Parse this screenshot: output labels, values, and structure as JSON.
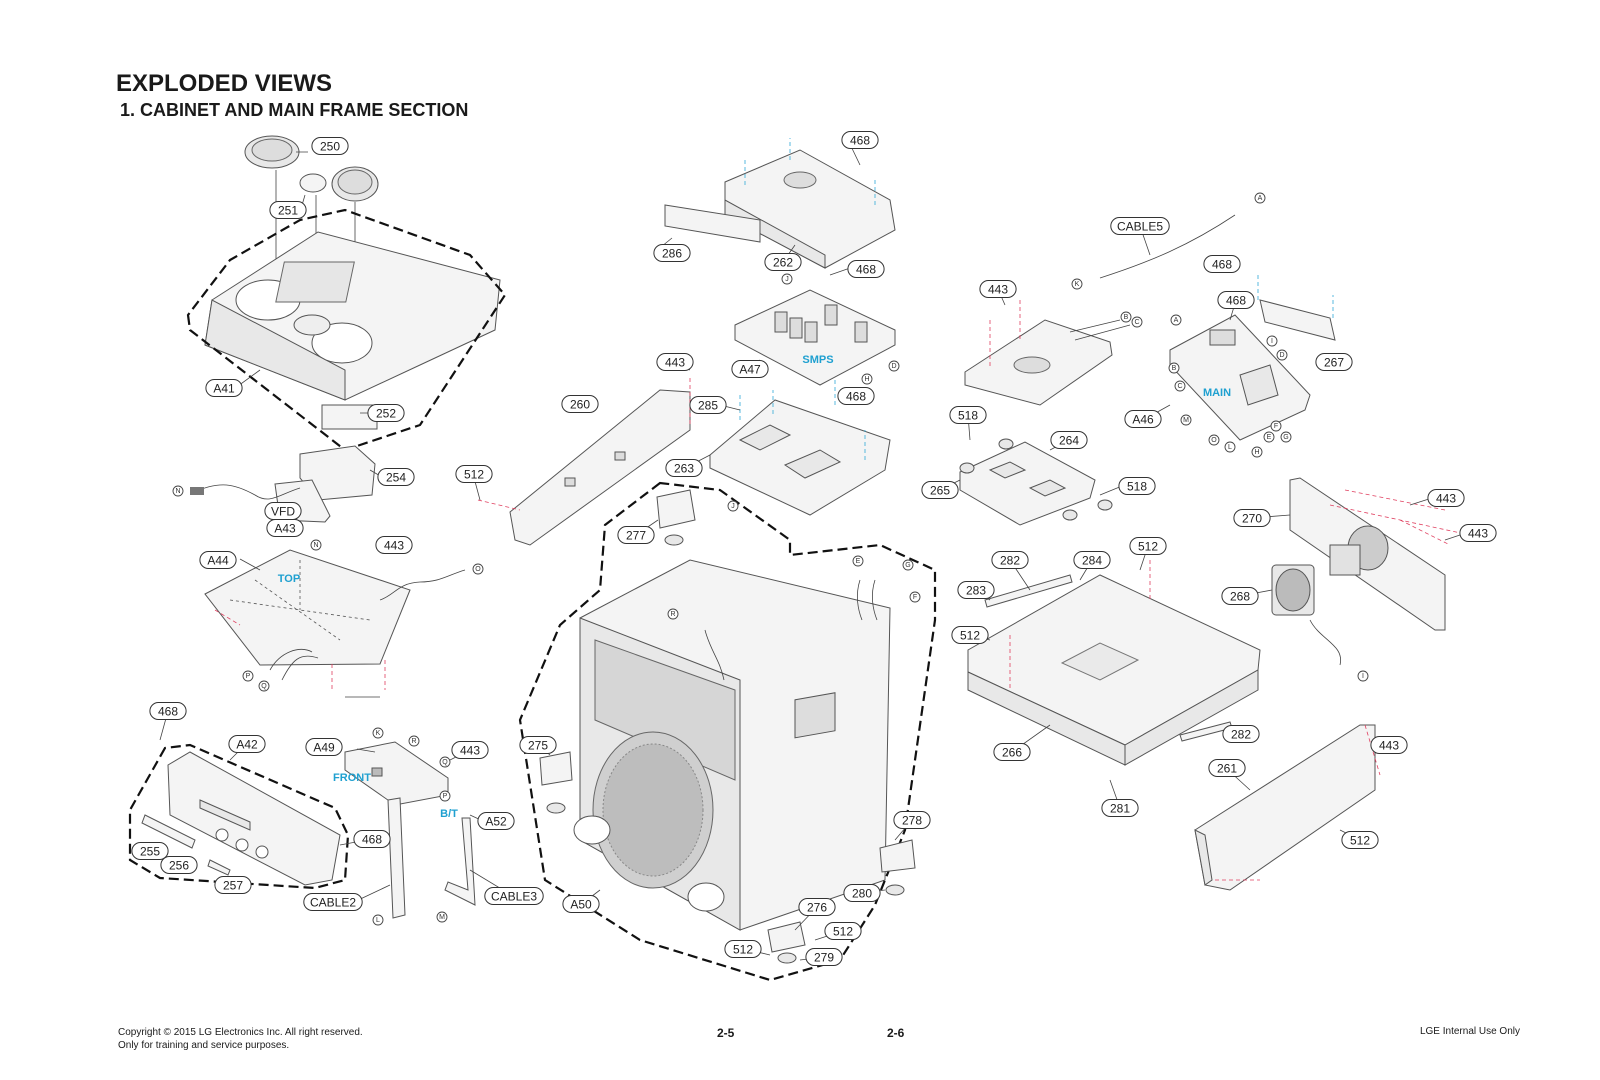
{
  "heading": {
    "title": "EXPLODED VIEWS",
    "subtitle": "1. CABINET AND MAIN FRAME SECTION"
  },
  "part_labels": [
    "250",
    "251",
    "A41",
    "252",
    "254",
    "VFD",
    "A43",
    "443",
    "A44",
    "468",
    "A42",
    "255",
    "256",
    "257",
    "A49",
    "443",
    "468",
    "CABLE2",
    "A52",
    "CABLE3",
    "286",
    "262",
    "468",
    "468",
    "A47",
    "443",
    "260",
    "285",
    "468",
    "263",
    "512",
    "277",
    "275",
    "A50",
    "276",
    "512",
    "512",
    "279",
    "278",
    "280",
    "CABLE5",
    "468",
    "443",
    "468",
    "267",
    "A46",
    "518",
    "264",
    "265",
    "518",
    "443",
    "270",
    "443",
    "268",
    "282",
    "284",
    "512",
    "283",
    "512",
    "266",
    "282",
    "281",
    "261",
    "443",
    "512"
  ],
  "board_names": [
    "TOP",
    "FRONT",
    "B/T",
    "SMPS",
    "MAIN"
  ],
  "connector_letters": [
    "N",
    "N",
    "O",
    "P",
    "Q",
    "K",
    "R",
    "Q",
    "P",
    "L",
    "M",
    "J",
    "D",
    "H",
    "E",
    "G",
    "F",
    "R",
    "J",
    "A",
    "K",
    "B",
    "C",
    "A",
    "B",
    "C",
    "I",
    "D",
    "M",
    "O",
    "L",
    "H",
    "E",
    "F",
    "G",
    "I"
  ],
  "footer": {
    "copyright": "Copyright © 2015 LG Electronics Inc. All right reserved.",
    "purpose": "Only for training and service purposes.",
    "page_left": "2-5",
    "page_right": "2-6",
    "internal": "LGE Internal Use Only"
  },
  "colors": {
    "board_label": "#1fa0d0",
    "red_guide": "#e04060",
    "blue_guide": "#30a8d8"
  }
}
